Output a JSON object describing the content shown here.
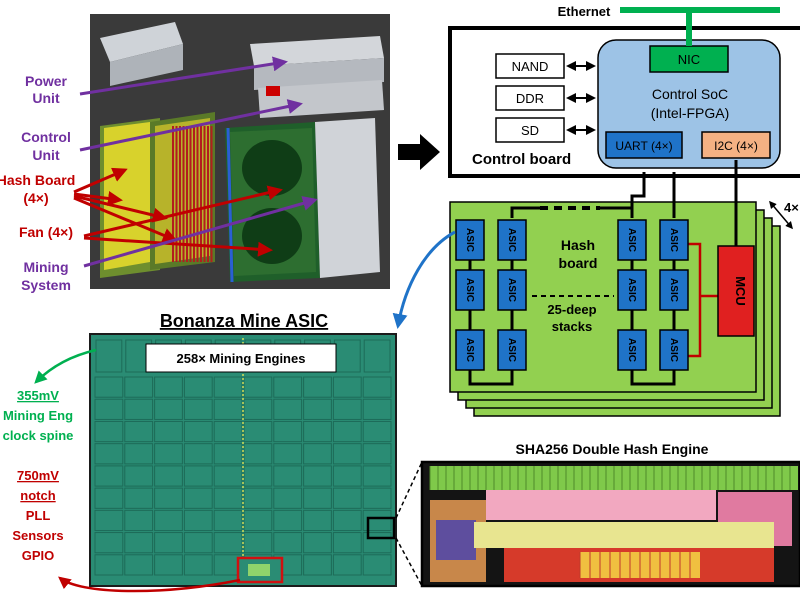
{
  "system_labels": {
    "power_unit": [
      "Power",
      "Unit"
    ],
    "control_unit": [
      "Control",
      "Unit"
    ],
    "hash_board": [
      "Hash Board",
      "(4×)"
    ],
    "fan": "Fan (4×)",
    "mining_system": [
      "Mining",
      "System"
    ]
  },
  "ethernet": "Ethernet",
  "control_board": {
    "title": "Control board",
    "memories": [
      "NAND",
      "DDR",
      "SD"
    ],
    "soc": [
      "Control SoC",
      "(Intel-FPGA)"
    ],
    "nic": "NIC",
    "uart": "UART (4×)",
    "i2c": "I2C (4×)"
  },
  "hash_board": {
    "stack_count": "4×",
    "title": [
      "Hash",
      "board"
    ],
    "asic": "ASIC",
    "stacks": [
      "25-deep",
      "stacks"
    ],
    "mcu": "MCU"
  },
  "asic_die": {
    "title": "Bonanza Mine ASIC",
    "engines": "258× Mining Engines"
  },
  "voltages": {
    "spine": [
      "355mV",
      "Mining Eng",
      "clock spine"
    ],
    "notch": [
      "750mV",
      "notch"
    ],
    "notch_items": [
      "PLL",
      "Sensors",
      "GPIO"
    ]
  },
  "sha_title": "SHA256 Double Hash Engine",
  "colors": {
    "purple": "#7030a0",
    "red": "#c00000",
    "green": "#00b050",
    "die_bg": "#2a8c74",
    "board_green": "#92d050",
    "asic_blue": "#1f73c8",
    "soc_blue": "#9dc3e6",
    "mcu_red": "#e02020",
    "i2c_orange": "#f4b183"
  }
}
